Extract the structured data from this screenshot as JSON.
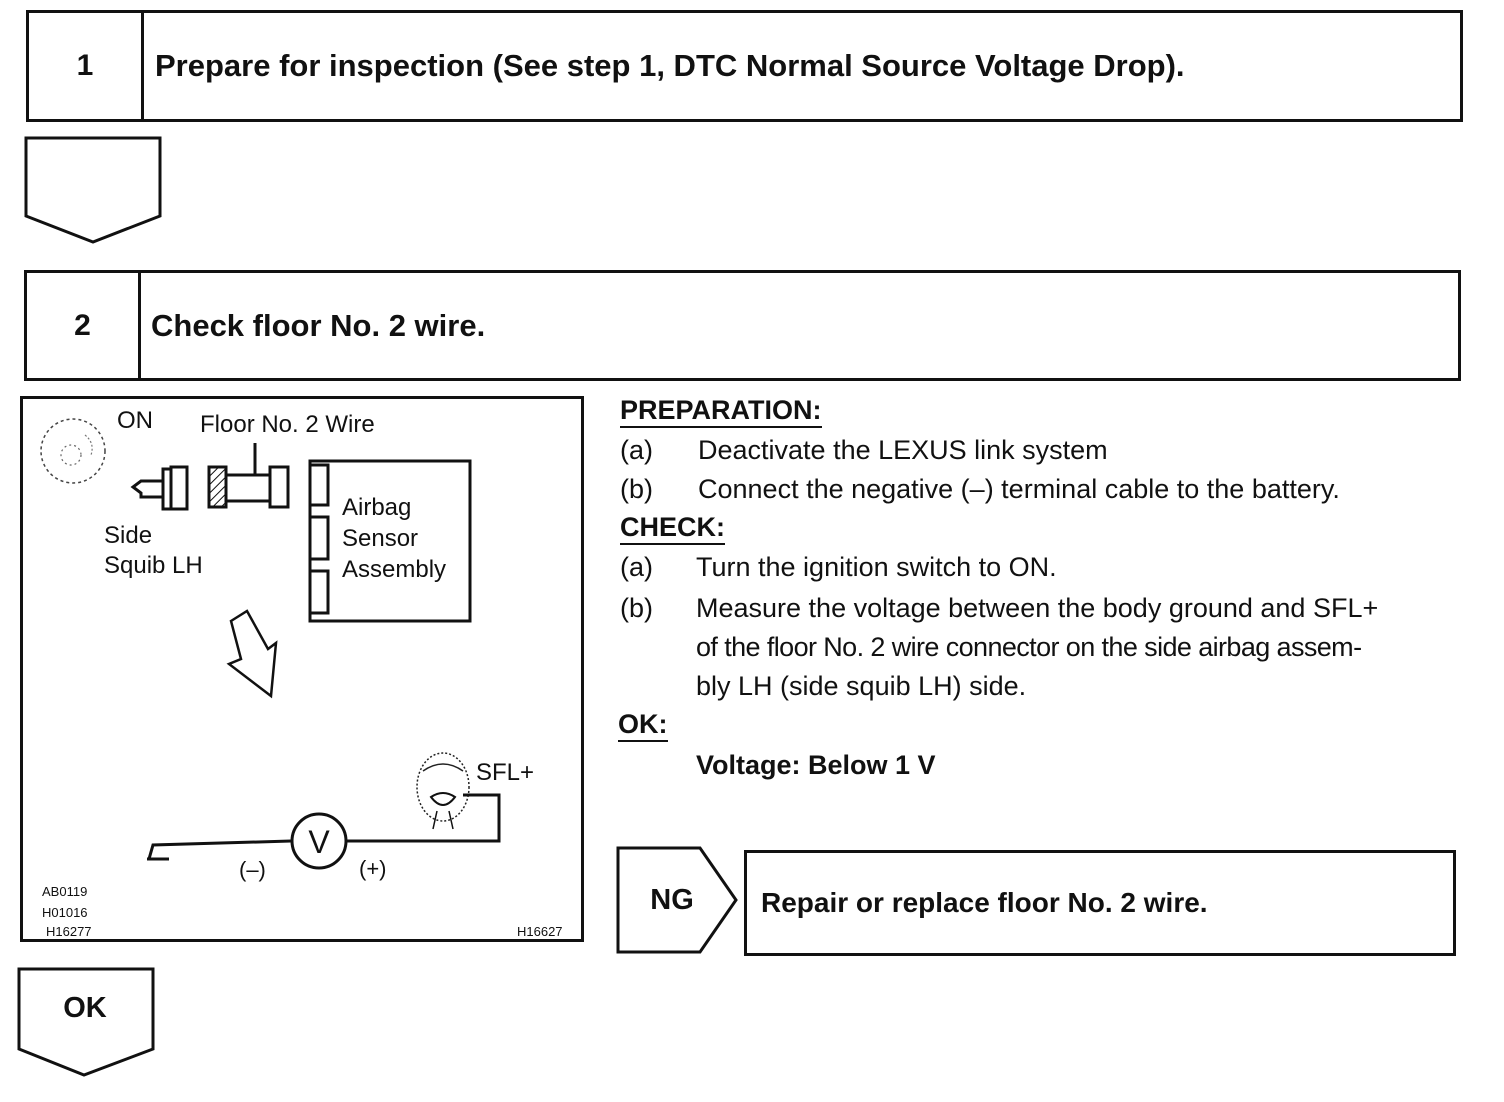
{
  "step1": {
    "number": "1",
    "title": "Prepare for inspection (See step 1, DTC Normal Source Voltage Drop)."
  },
  "step2": {
    "number": "2",
    "title": "Check floor No. 2 wire."
  },
  "figure": {
    "labels": {
      "on": "ON",
      "wire": "Floor No. 2 Wire",
      "side1": "Side",
      "side2": "Squib LH",
      "airbag1": "Airbag",
      "airbag2": "Sensor",
      "airbag3": "Assembly",
      "sfl": "SFL+",
      "minus": "(–)",
      "plus": "(+)",
      "meter": "V"
    },
    "codes": [
      "AB0119",
      "H01016",
      "H16277"
    ],
    "code_right": "H16627"
  },
  "preparation": {
    "heading": "PREPARATION:",
    "items": [
      {
        "mark": "(a)",
        "text": "Deactivate the LEXUS link system"
      },
      {
        "mark": "(b)",
        "text": "Connect the negative (–) terminal cable to the battery."
      }
    ]
  },
  "check": {
    "heading": "CHECK:",
    "items": [
      {
        "mark": "(a)",
        "text": "Turn the ignition switch to ON."
      },
      {
        "mark": "(b)",
        "lines": [
          "Measure the voltage between the body ground and SFL+",
          "of the floor No. 2 wire connector on the side airbag assem-",
          "bly LH (side squib LH) side."
        ]
      }
    ]
  },
  "ok_spec": {
    "heading": "OK:",
    "value": "Voltage: Below 1 V"
  },
  "ng": {
    "label": "NG",
    "action": "Repair or replace floor No. 2 wire."
  },
  "ok_arrow": {
    "label": "OK"
  }
}
